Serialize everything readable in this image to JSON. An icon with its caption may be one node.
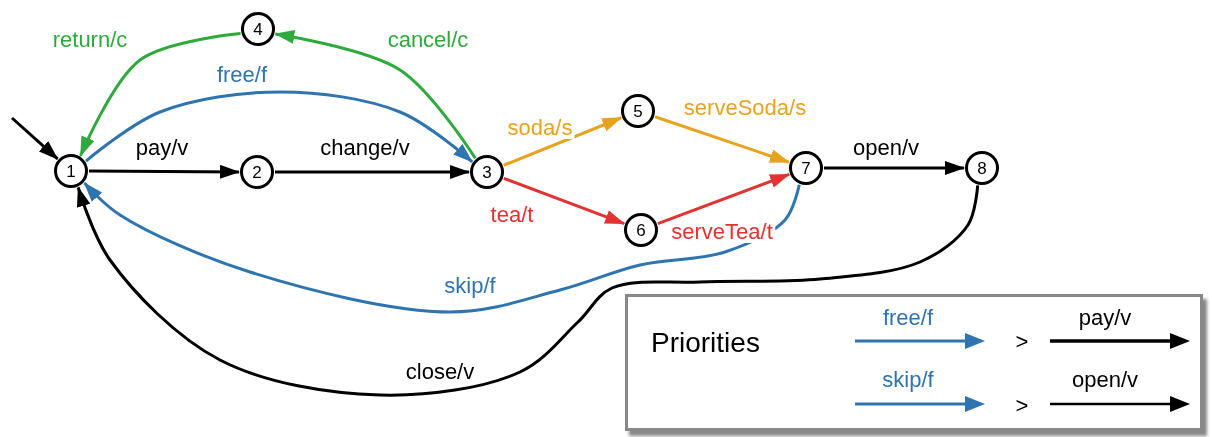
{
  "diagram": {
    "nodes": [
      {
        "text": [
          "1"
        ]
      },
      {
        "text": [
          "2"
        ]
      },
      {
        "text": [
          "3"
        ]
      },
      {
        "text": [
          "4"
        ]
      },
      {
        "text": [
          "5"
        ]
      },
      {
        "text": [
          "6"
        ]
      },
      {
        "text": [
          "7"
        ]
      },
      {
        "text": [
          "8"
        ]
      },
      {
        "text": [
          "Priorities"
        ]
      }
    ],
    "edges": [
      {
        "from": null,
        "to": 0,
        "arrow": "to"
      },
      {
        "from": 0,
        "to": 1,
        "arrow": "to",
        "label": "pay/v"
      },
      {
        "from": 1,
        "to": 2,
        "arrow": "to",
        "label": "change/v"
      },
      {
        "from": 0,
        "to": 2,
        "arrow": "to",
        "label": "free/f",
        "color": "#2e75b0"
      },
      {
        "from": 2,
        "to": 3,
        "arrow": "to",
        "label": "cancel/c",
        "color": "#2eaa3c"
      },
      {
        "from": 3,
        "to": 0,
        "arrow": "to",
        "label": "return/c",
        "color": "#2eaa3c"
      },
      {
        "from": 2,
        "to": 4,
        "arrow": "to",
        "label": "soda/s",
        "color": "#e8a31e"
      },
      {
        "from": 2,
        "to": 5,
        "arrow": "to",
        "label": "tea/t",
        "color": "#e33232"
      },
      {
        "from": 4,
        "to": 6,
        "arrow": "to",
        "label": "serveSoda/s",
        "color": "#e8a31e"
      },
      {
        "from": 5,
        "to": 6,
        "arrow": "to",
        "label": "serveTea/t",
        "color": "#e33232"
      },
      {
        "from": 6,
        "to": 7,
        "arrow": "to",
        "label": "open/v"
      },
      {
        "from": 6,
        "to": 0,
        "arrow": "to",
        "label": "skip/f",
        "color": "#2e75b0"
      },
      {
        "from": 7,
        "to": 0,
        "arrow": "to",
        "label": "close/v"
      }
    ],
    "labels": [
      "free/f",
      ">",
      "pay/v",
      "skip/f",
      ">",
      "open/v"
    ]
  }
}
